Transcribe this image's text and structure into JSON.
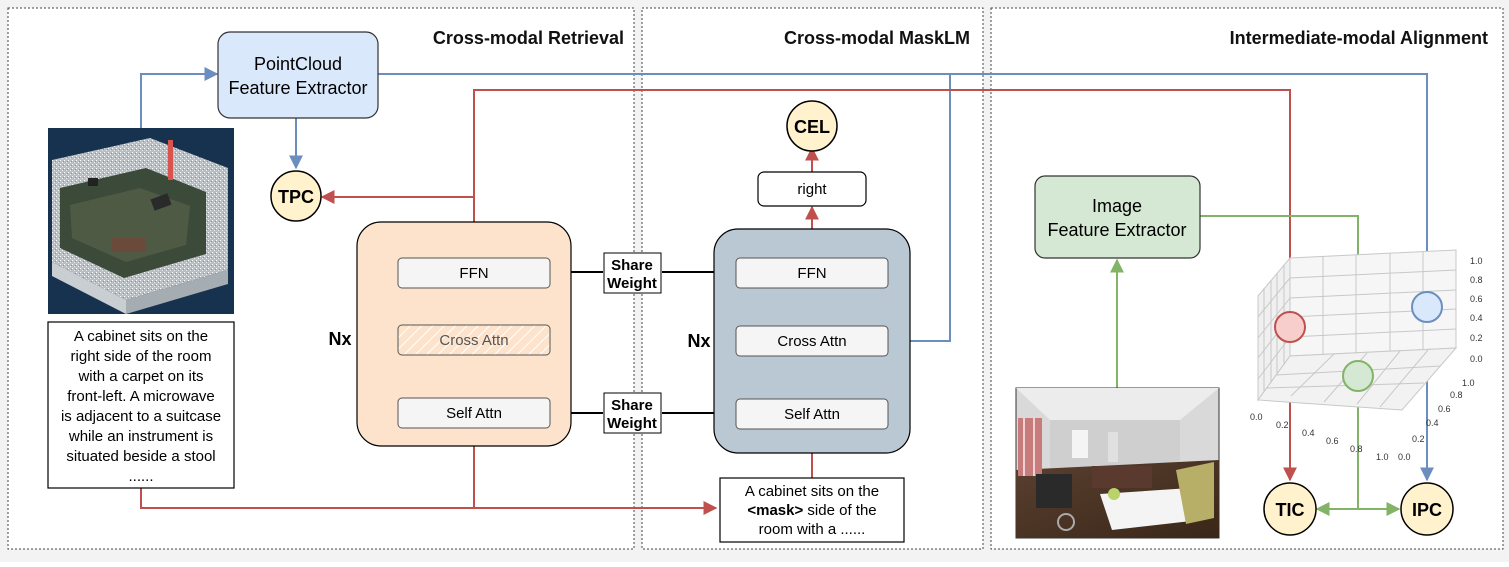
{
  "sections": {
    "retrieval": "Cross-modal Retrieval",
    "masklm": "Cross-modal MaskLM",
    "alignment": "Intermediate-modal Alignment"
  },
  "extractors": {
    "pointcloud": [
      "PointCloud",
      "Feature Extractor"
    ],
    "image": [
      "Image",
      "Feature Extractor"
    ]
  },
  "targets": {
    "tpc": "TPC",
    "cel": "CEL",
    "tic": "TIC",
    "ipc": "IPC"
  },
  "output_token": "right",
  "blocks": {
    "ffn": "FFN",
    "cross_attn": "Cross Attn",
    "self_attn": "Self Attn",
    "nx": "Nx",
    "share_weight": [
      "Share",
      "Weight"
    ]
  },
  "scene_text": [
    "A cabinet sits on the",
    "right side of the room",
    "with a carpet on its",
    "front-left. A microwave",
    "is adjacent to a suitcase",
    "while an instrument is",
    "situated beside a stool",
    "......"
  ],
  "masked_text": {
    "line1": "A cabinet sits on the",
    "line2_mask": "<mask>",
    "line2_rest": " side of the",
    "line3": "room with a ......"
  },
  "axes3d": {
    "x_ticks": [
      "0.0",
      "0.2",
      "0.4",
      "0.6",
      "0.8",
      "1.0"
    ],
    "y_ticks": [
      "0.0",
      "0.2",
      "0.4",
      "0.6",
      "0.8",
      "1.0"
    ],
    "z_ticks": [
      "0.0",
      "0.2",
      "0.4",
      "0.6",
      "0.8",
      "1.0"
    ]
  },
  "colors": {
    "red": "#c0504d",
    "blue": "#6c8ebf",
    "green": "#82b366",
    "pc_fill": "#dae8fc",
    "img_fill": "#d5e8d4",
    "enc_fill": "#fde3cc",
    "dec_fill": "#bac8d3",
    "target_fill": "#fff2cc"
  }
}
